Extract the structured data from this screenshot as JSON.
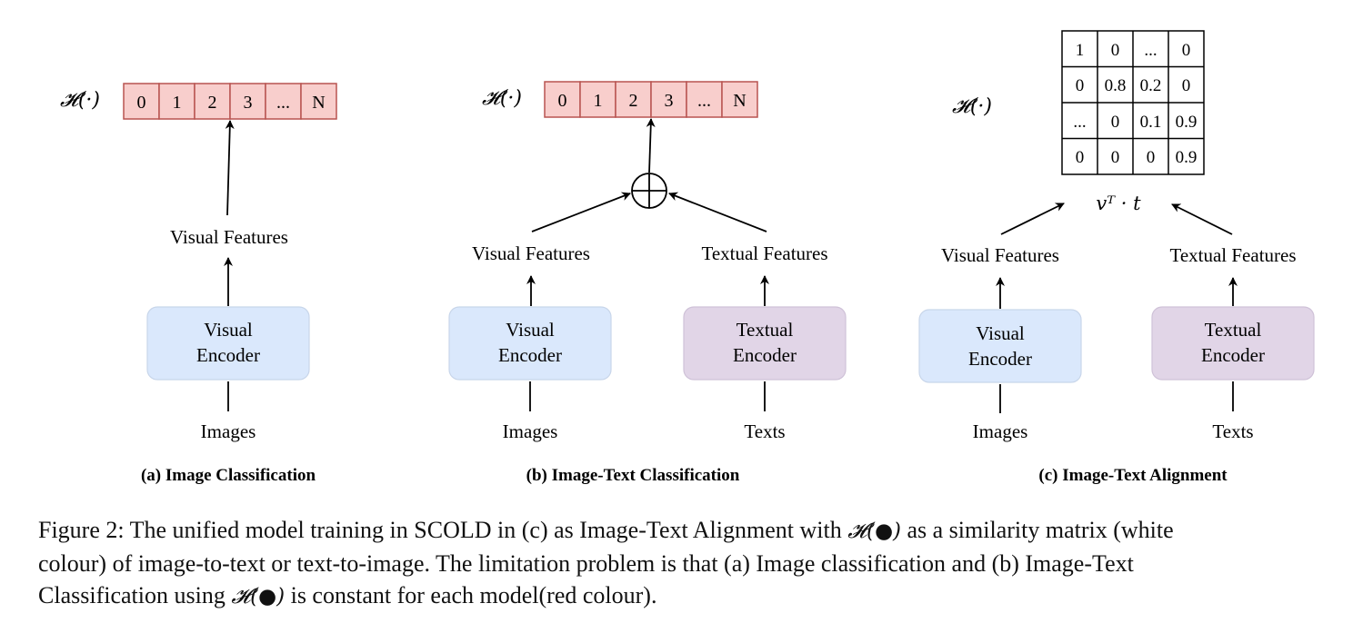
{
  "panels": [
    {
      "caption": "(a) Image Classification",
      "head_label": "𝓗(·)",
      "head_cells": [
        "0",
        "1",
        "2",
        "3",
        "...",
        "N"
      ],
      "features": [
        "Visual Features"
      ],
      "encoders": [
        {
          "line1": "Visual",
          "line2": "Encoder",
          "kind": "visual"
        }
      ],
      "inputs": [
        "Images"
      ]
    },
    {
      "caption": "(b) Image-Text Classification",
      "head_label": "𝓗(·)",
      "head_cells": [
        "0",
        "1",
        "2",
        "3",
        "...",
        "N"
      ],
      "features": [
        "Visual Features",
        "Textual Features"
      ],
      "encoders": [
        {
          "line1": "Visual",
          "line2": "Encoder",
          "kind": "visual"
        },
        {
          "line1": "Textual",
          "line2": "Encoder",
          "kind": "textual"
        }
      ],
      "inputs": [
        "Images",
        "Texts"
      ]
    },
    {
      "caption": "(c) Image-Text Alignment",
      "head_label": "𝓗(·)",
      "matrix": [
        [
          "1",
          "0",
          "...",
          "0"
        ],
        [
          "0",
          "0.8",
          "0.2",
          "0"
        ],
        [
          "...",
          "0",
          "0.1",
          "0.9"
        ],
        [
          "0",
          "0",
          "0",
          "0.9"
        ]
      ],
      "product": "vᵀ · t",
      "features": [
        "Visual Features",
        "Textual Features"
      ],
      "encoders": [
        {
          "line1": "Visual",
          "line2": "Encoder",
          "kind": "visual"
        },
        {
          "line1": "Textual",
          "line2": "Encoder",
          "kind": "textual"
        }
      ],
      "inputs": [
        "Images",
        "Texts"
      ]
    }
  ],
  "colors": {
    "head_fill": "#f8cecc",
    "head_stroke": "#b85450",
    "visual_fill": "#dae8fc",
    "visual_stroke": "#c8d6ea",
    "textual_fill": "#e1d5e7",
    "textual_stroke": "#cfc2d8"
  },
  "figure_caption": {
    "line1_a": "Figure 2: The unified model training in SCOLD in (c) as Image-Text Alignment with ",
    "math1": "𝓗(●)",
    "line1_b": " as a similarity matrix (white",
    "line2": "colour) of image-to-text or text-to-image. The limitation problem is that (a) Image classification and (b) Image-Text",
    "line3_a": "Classification using ",
    "math2": "𝓗(●)",
    "line3_b": " is constant for each model(red colour)."
  }
}
